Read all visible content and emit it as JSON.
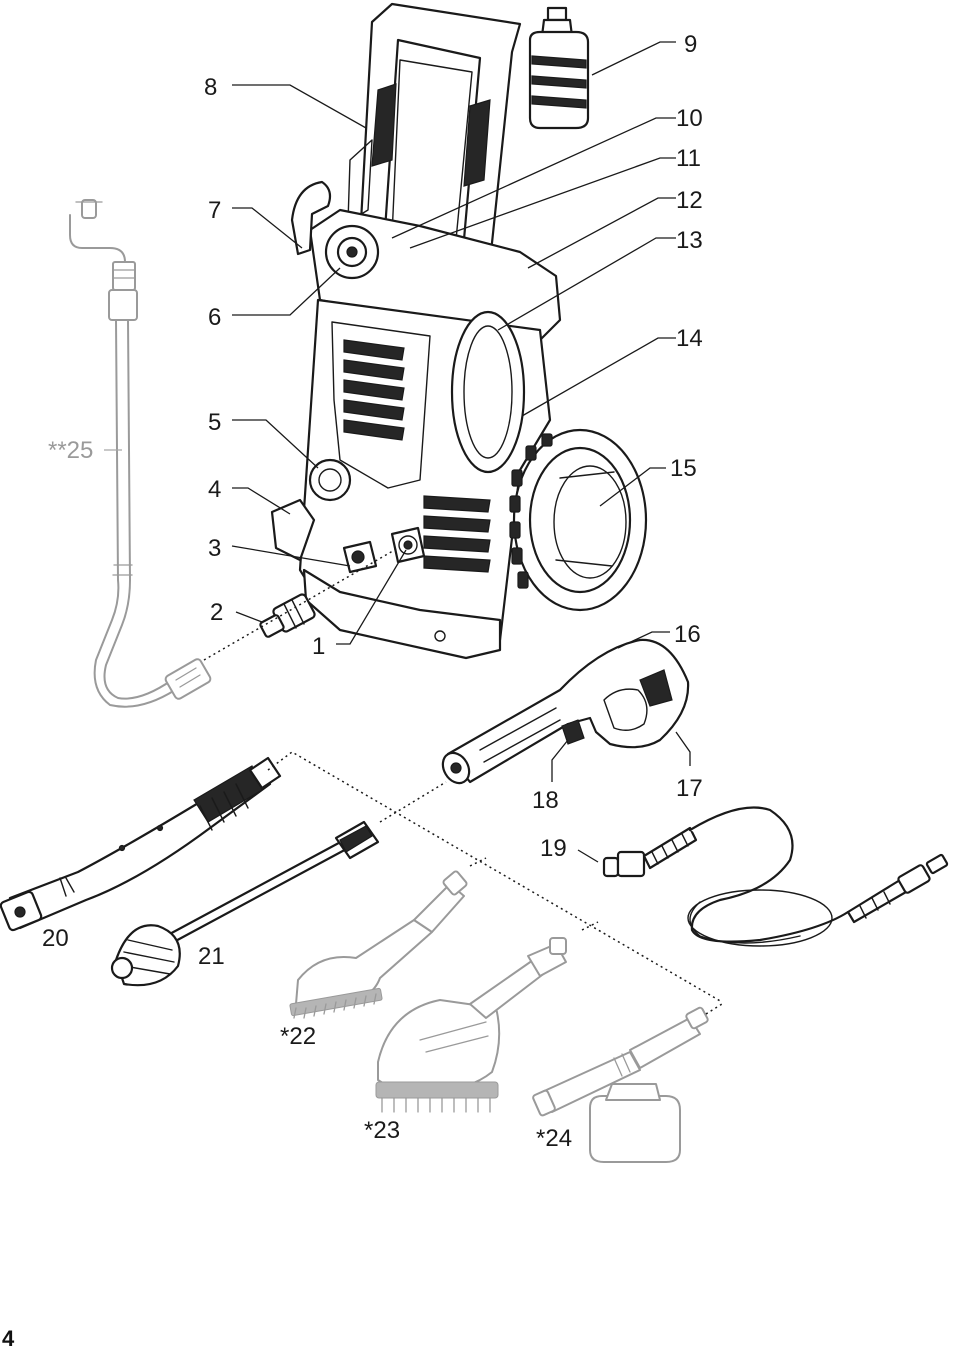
{
  "callouts": {
    "c1": "1",
    "c2": "2",
    "c3": "3",
    "c4": "4",
    "c5": "5",
    "c6": "6",
    "c7": "7",
    "c8": "8",
    "c9": "9",
    "c10": "10",
    "c11": "11",
    "c12": "12",
    "c13": "13",
    "c14": "14",
    "c15": "15",
    "c16": "16",
    "c17": "17",
    "c18": "18",
    "c19": "19",
    "c20": "20",
    "c21": "21",
    "c22": "*22",
    "c23": "*23",
    "c24": "*24",
    "c25": "**25"
  },
  "page_number": "4",
  "colors": {
    "line": "#1a1a1a",
    "optional_accessory": "#9a9a9a",
    "background": "#ffffff"
  }
}
